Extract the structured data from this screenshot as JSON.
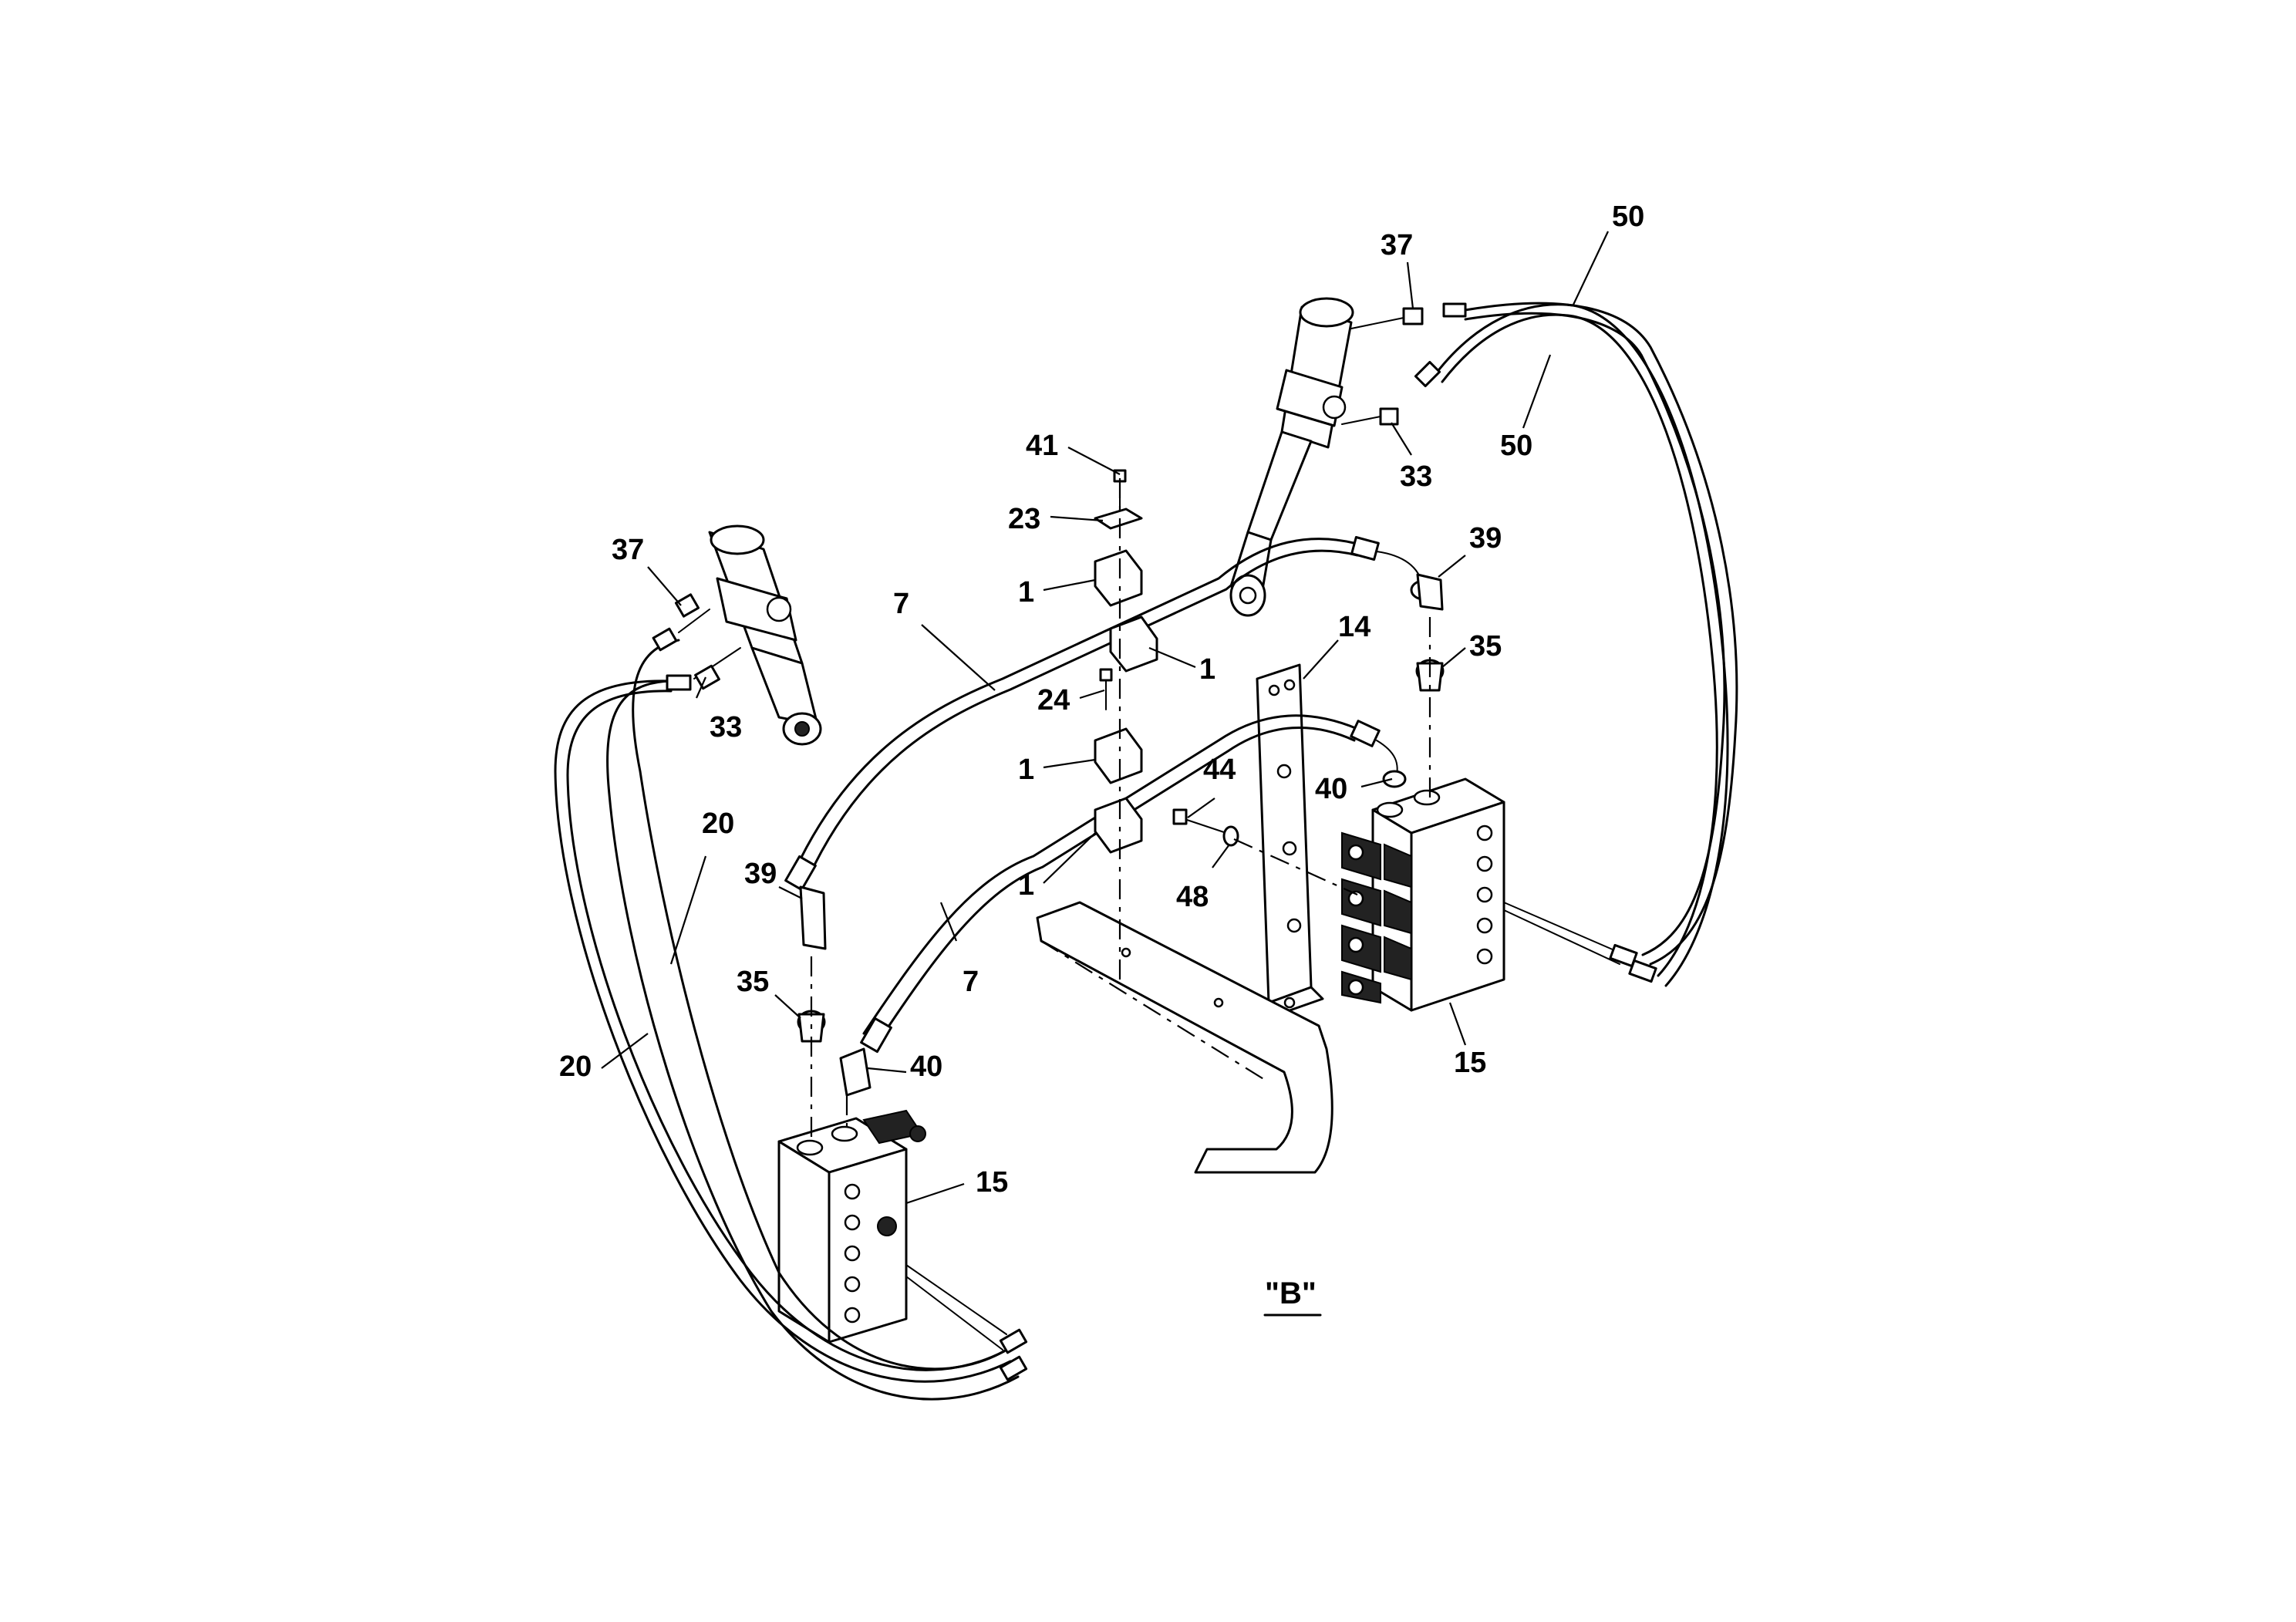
{
  "view_label": "\"B\"",
  "callouts": [
    {
      "id": "c50a",
      "text": "50"
    },
    {
      "id": "c50b",
      "text": "50"
    },
    {
      "id": "c37a",
      "text": "37"
    },
    {
      "id": "c33a",
      "text": "33"
    },
    {
      "id": "c41",
      "text": "41"
    },
    {
      "id": "c23",
      "text": "23"
    },
    {
      "id": "c1a",
      "text": "1"
    },
    {
      "id": "c1b",
      "text": "1"
    },
    {
      "id": "c1c",
      "text": "1"
    },
    {
      "id": "c1d",
      "text": "1"
    },
    {
      "id": "c24",
      "text": "24"
    },
    {
      "id": "c39a",
      "text": "39"
    },
    {
      "id": "c35a",
      "text": "35"
    },
    {
      "id": "c14",
      "text": "14"
    },
    {
      "id": "c40a",
      "text": "40"
    },
    {
      "id": "c44",
      "text": "44"
    },
    {
      "id": "c48",
      "text": "48"
    },
    {
      "id": "c15a",
      "text": "15"
    },
    {
      "id": "c37b",
      "text": "37"
    },
    {
      "id": "c33b",
      "text": "33"
    },
    {
      "id": "c7a",
      "text": "7"
    },
    {
      "id": "c7b",
      "text": "7"
    },
    {
      "id": "c20a",
      "text": "20"
    },
    {
      "id": "c20b",
      "text": "20"
    },
    {
      "id": "c39b",
      "text": "39"
    },
    {
      "id": "c35b",
      "text": "35"
    },
    {
      "id": "c40b",
      "text": "40"
    },
    {
      "id": "c15b",
      "text": "15"
    }
  ]
}
